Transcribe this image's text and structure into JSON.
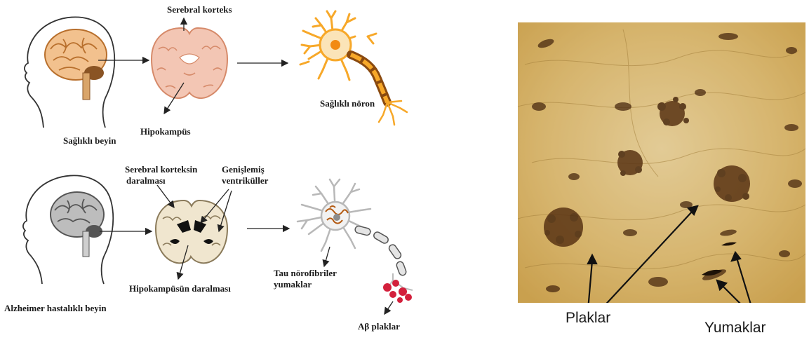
{
  "healthy": {
    "cortex_label": "Serebral korteks",
    "hippocampus_label": "Hipokampüs",
    "brain_label": "Sağlıklı beyin",
    "neuron_label": "Sağlıklı nöron"
  },
  "alzheimer": {
    "cortex_shrink_line1": "Serebral korteksin",
    "cortex_shrink_line2": "daralması",
    "ventricles_line1": "Genişlemiş",
    "ventricles_line2": "ventriküller",
    "hippocampus_shrink_label": "Hipokampüsün daralması",
    "brain_label": "Alzheimer hastalıklı beyin",
    "tau_line1": "Tau nörofibriler",
    "tau_line2": "yumaklar",
    "plaques_label": "Aβ plaklar"
  },
  "photo": {
    "plaques_label": "Plaklar",
    "tangles_label": "Yumaklar"
  },
  "colors": {
    "healthy_brain": "#f2c18e",
    "healthy_brain_outline": "#b86f2c",
    "healthy_section": "#f3c6b4",
    "neuron": "#f7a829",
    "neuron_nucleus": "#f28a13",
    "alz_brain": "#bdbdbd",
    "alz_section": "#f0e6cf",
    "tau_tangle": "#b35a12",
    "plaque": "#d3203c",
    "tissue": "#d7b36a"
  }
}
